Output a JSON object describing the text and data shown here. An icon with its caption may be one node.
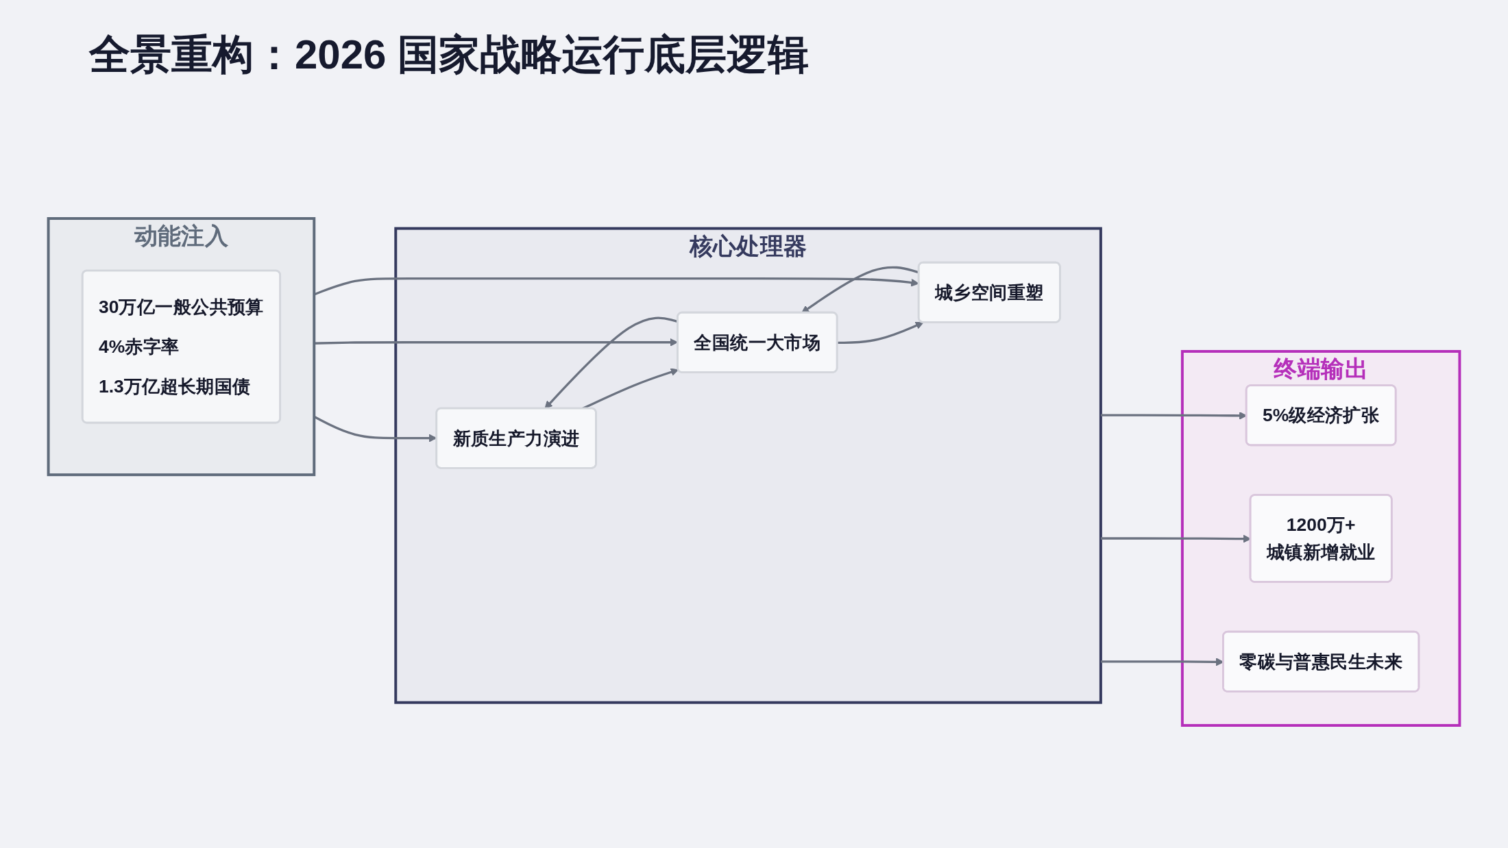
{
  "diagram": {
    "title": "全景重构：2026 国家战略运行底层逻辑",
    "nodes": [
      {
        "text": [
          "动能注入"
        ]
      },
      {
        "text": [
          "30万亿一般公共预算",
          "4%赤字率",
          "1.3万亿超长期国债"
        ],
        "in": 0
      },
      {
        "text": [
          "核心处理器"
        ]
      },
      {
        "text": [
          "新质生产力演进"
        ],
        "in": 2
      },
      {
        "text": [
          "全国统一大市场"
        ],
        "in": 2
      },
      {
        "text": [
          "城乡空间重塑"
        ],
        "in": 2
      },
      {
        "text": [
          "终端输出"
        ]
      },
      {
        "text": [
          "5%级经济扩张"
        ],
        "in": 6
      },
      {
        "text": [
          "1200万+",
          "城镇新增就业"
        ],
        "in": 6
      },
      {
        "text": [
          "零碳与普惠民生未来"
        ],
        "in": 6
      }
    ],
    "edges": [
      {
        "from": 0,
        "to": 3,
        "arrow": "to"
      },
      {
        "from": 0,
        "to": 4,
        "arrow": "to"
      },
      {
        "from": 0,
        "to": 5,
        "arrow": "to"
      },
      {
        "from": 4,
        "to": 3,
        "arrow": "to"
      },
      {
        "from": 3,
        "to": 4,
        "arrow": "to"
      },
      {
        "from": 5,
        "to": 4,
        "arrow": "to"
      },
      {
        "from": 4,
        "to": 5,
        "arrow": "to"
      },
      {
        "from": 2,
        "to": 7,
        "arrow": "to"
      },
      {
        "from": 2,
        "to": 8,
        "arrow": "to"
      },
      {
        "from": 2,
        "to": 9,
        "arrow": "to"
      }
    ]
  }
}
